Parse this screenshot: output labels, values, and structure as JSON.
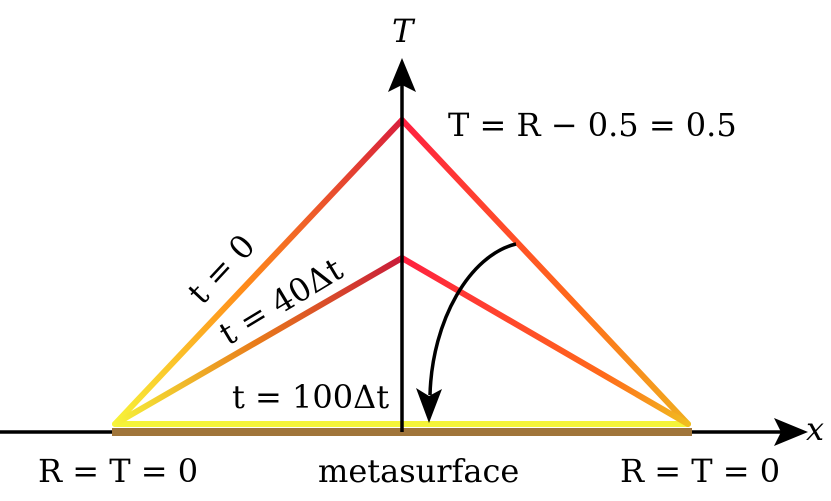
{
  "axis_labels": {
    "vertical": "T",
    "horizontal": "x"
  },
  "peak_equation": "T = R − 0.5 = 0.5",
  "curve_labels": {
    "t0": "t = 0",
    "t40": "t = 40Δt",
    "t100": "t = 100Δt"
  },
  "bottom_labels": {
    "left": "R = T = 0",
    "center": "metasurface",
    "right": "R = T = 0"
  },
  "colors": {
    "axis": "#000000",
    "metasurface": "#a0753a",
    "hot": "#e0223a",
    "mid": "#ff6a1a",
    "cool": "#f2f53a"
  }
}
